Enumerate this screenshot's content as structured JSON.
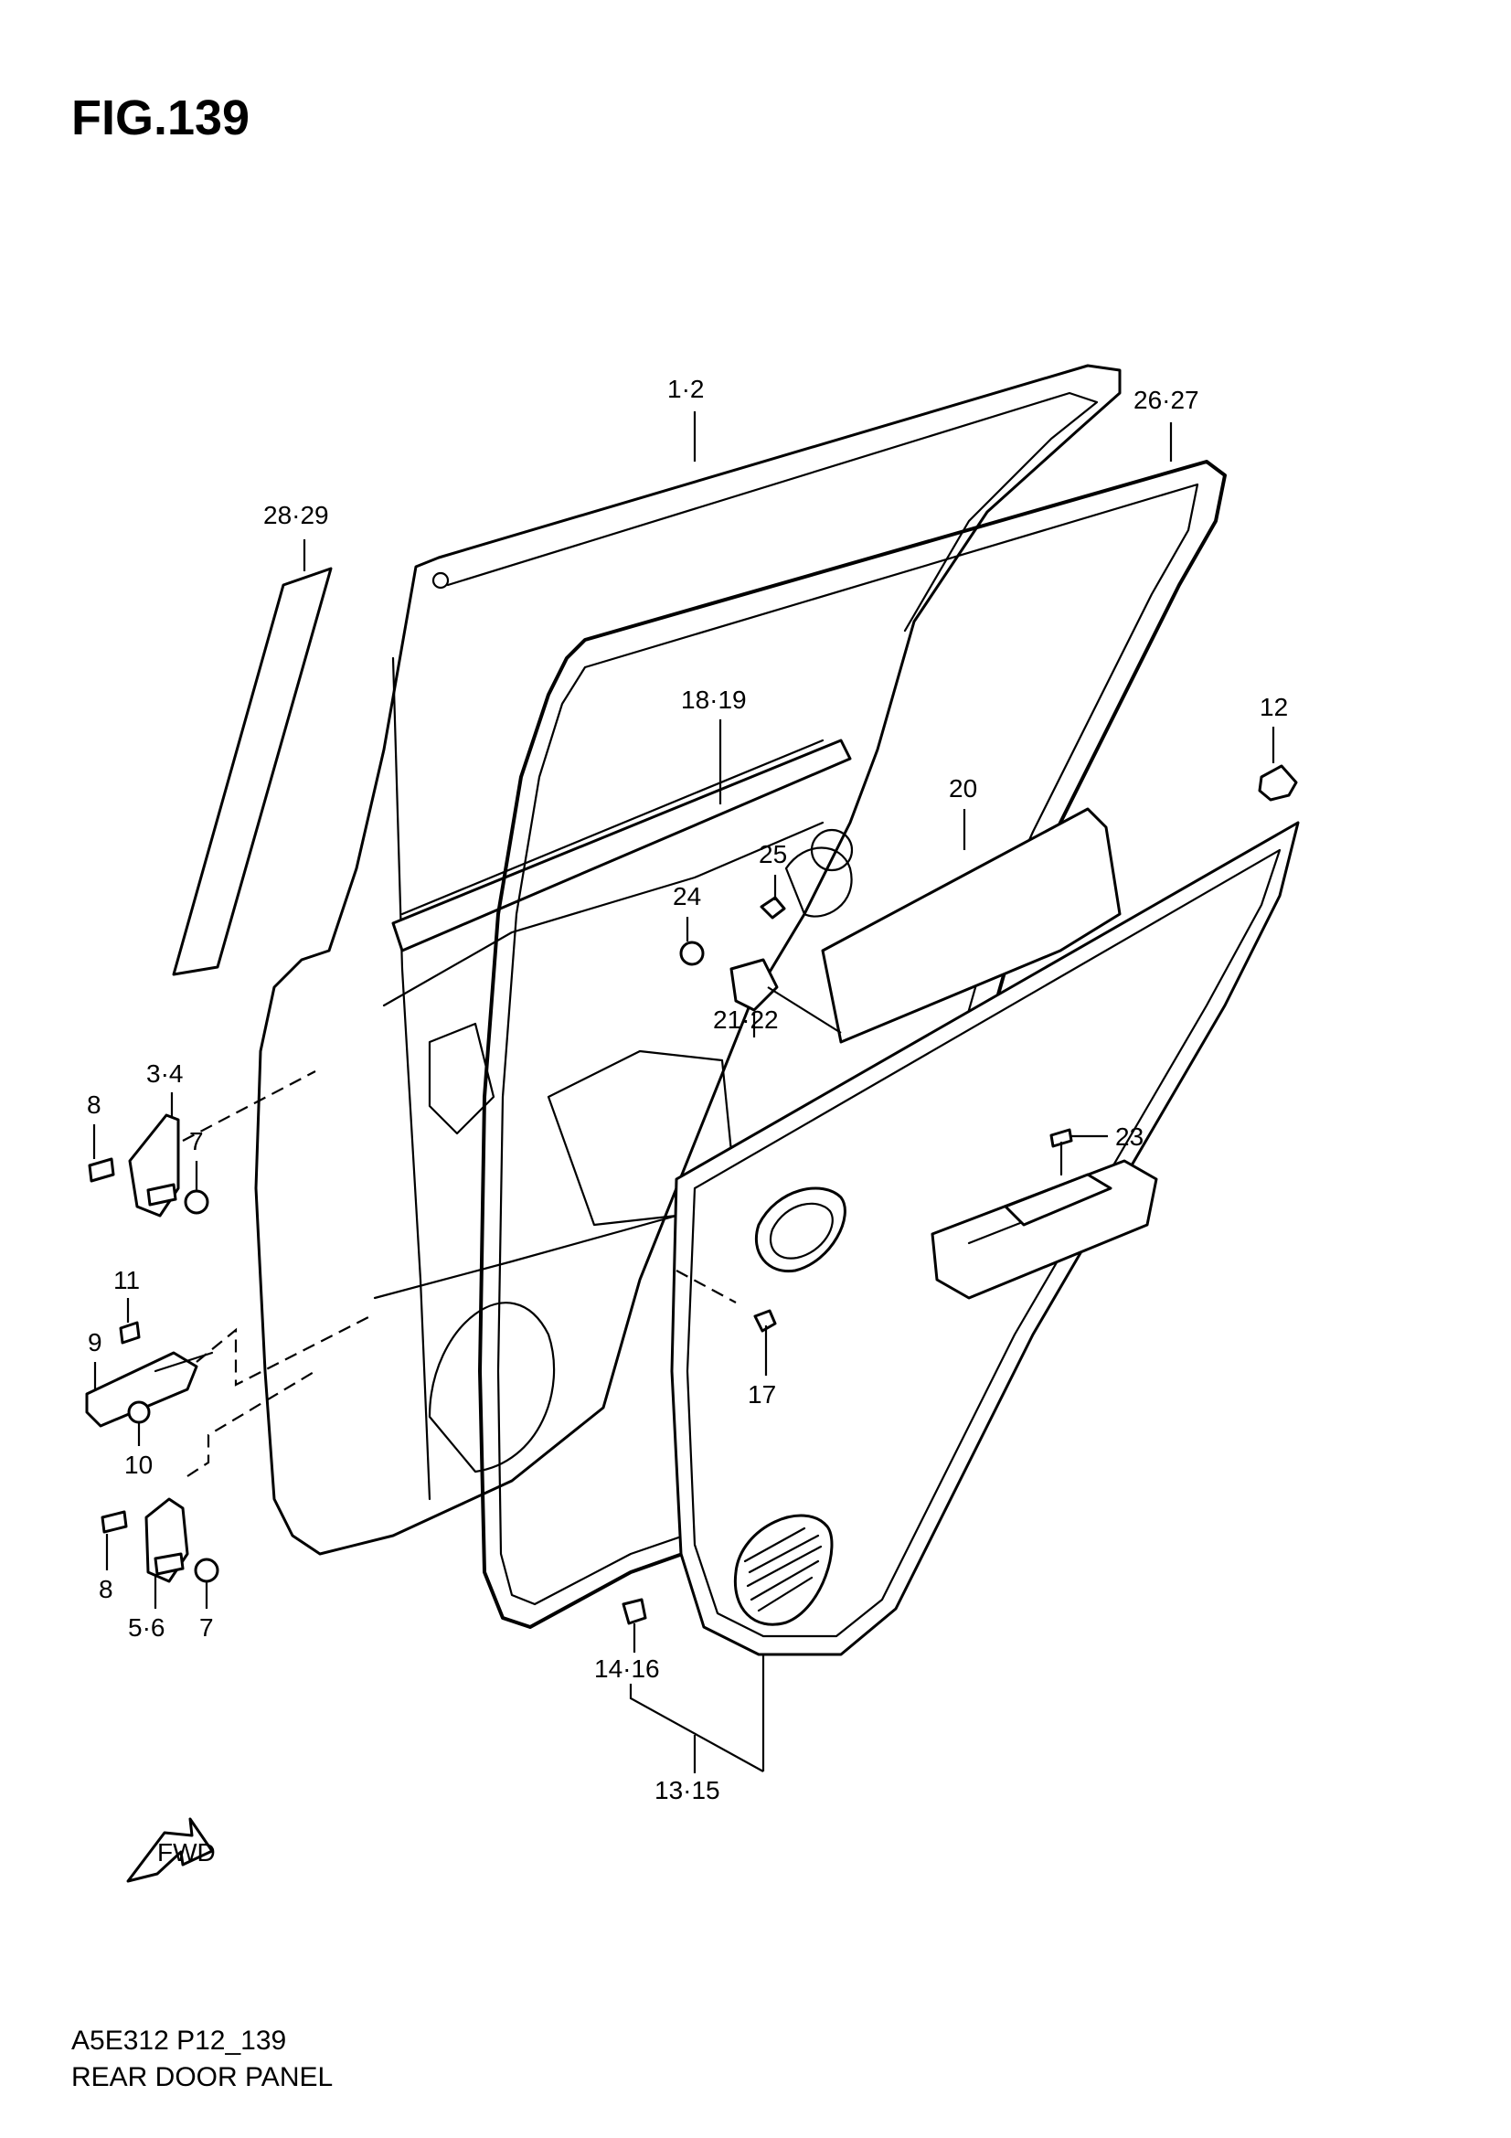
{
  "figure": {
    "title": "FIG.139"
  },
  "callouts": [
    {
      "id": "c-1-2",
      "label": "1·2"
    },
    {
      "id": "c-26-27",
      "label": "26·27"
    },
    {
      "id": "c-28-29",
      "label": "28·29"
    },
    {
      "id": "c-18-19",
      "label": "18·19"
    },
    {
      "id": "c-12",
      "label": "12"
    },
    {
      "id": "c-20",
      "label": "20"
    },
    {
      "id": "c-25",
      "label": "25"
    },
    {
      "id": "c-24",
      "label": "24"
    },
    {
      "id": "c-21-22",
      "label": "21·22"
    },
    {
      "id": "c-3-4",
      "label": "3·4"
    },
    {
      "id": "c-8a",
      "label": "8"
    },
    {
      "id": "c-7a",
      "label": "7"
    },
    {
      "id": "c-23",
      "label": "23"
    },
    {
      "id": "c-11",
      "label": "11"
    },
    {
      "id": "c-9",
      "label": "9"
    },
    {
      "id": "c-17",
      "label": "17"
    },
    {
      "id": "c-10",
      "label": "10"
    },
    {
      "id": "c-8b",
      "label": "8"
    },
    {
      "id": "c-5-6",
      "label": "5·6"
    },
    {
      "id": "c-7b",
      "label": "7"
    },
    {
      "id": "c-14-16",
      "label": "14·16"
    },
    {
      "id": "c-13-15",
      "label": "13·15"
    }
  ],
  "direction_marker": {
    "label": "FWD"
  },
  "footer": {
    "code": "A5E312 P12_139",
    "name": "REAR DOOR PANEL"
  }
}
